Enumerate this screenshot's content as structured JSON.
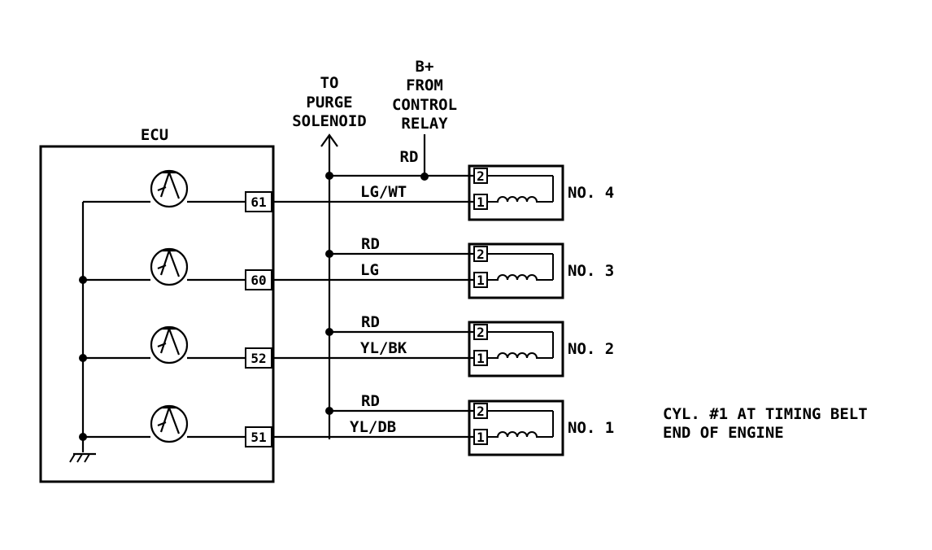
{
  "ecu": {
    "label": "ECU"
  },
  "purge": {
    "lines": [
      "TO",
      "PURGE",
      "SOLENOID"
    ]
  },
  "bplus": {
    "lines": [
      "B+",
      "FROM",
      "CONTROL",
      "RELAY"
    ],
    "wire_color": "RD"
  },
  "injectors": [
    {
      "name": "NO. 4",
      "pin": "61",
      "power_wire": "",
      "signal_wire": "LG/WT",
      "pin2": "2",
      "pin1": "1"
    },
    {
      "name": "NO. 3",
      "pin": "60",
      "power_wire": "RD",
      "signal_wire": "LG",
      "pin2": "2",
      "pin1": "1"
    },
    {
      "name": "NO. 2",
      "pin": "52",
      "power_wire": "RD",
      "signal_wire": "YL/BK",
      "pin2": "2",
      "pin1": "1"
    },
    {
      "name": "NO. 1",
      "pin": "51",
      "power_wire": "RD",
      "signal_wire": "YL/DB",
      "pin2": "2",
      "pin1": "1"
    }
  ],
  "note": {
    "lines": [
      "CYL. #1 AT TIMING BELT",
      "END OF ENGINE"
    ]
  },
  "icons": {
    "ground": "ground-icon",
    "transistor": "transistor-icon",
    "coil": "coil-icon"
  }
}
